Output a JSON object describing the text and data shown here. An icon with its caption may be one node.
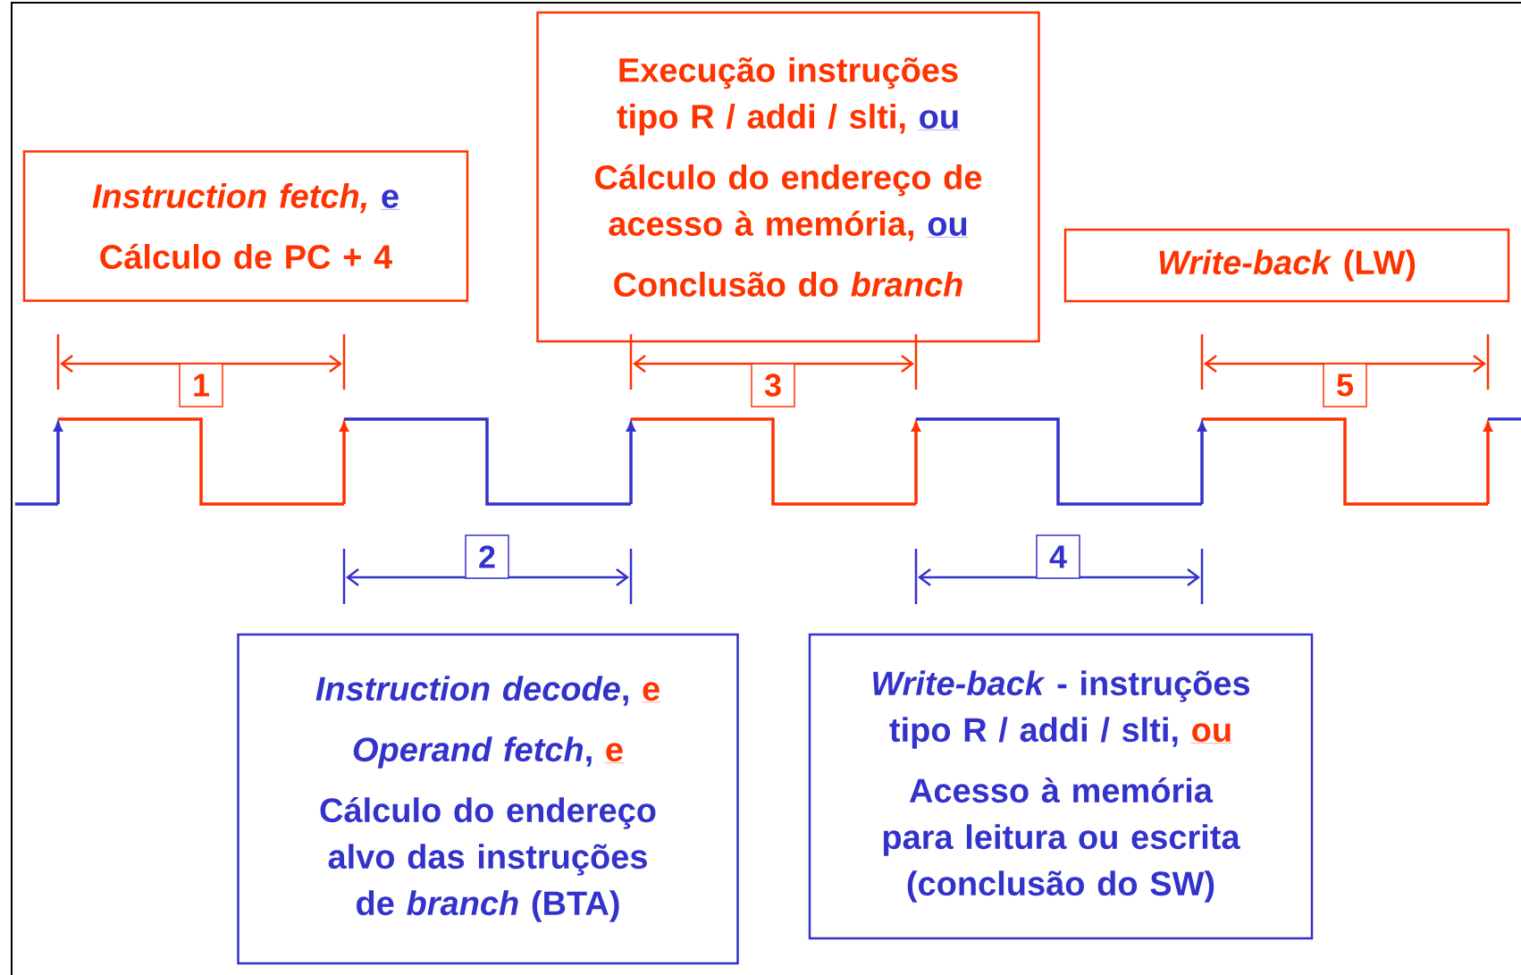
{
  "diagram": {
    "nodes": [
      {
        "text": [
          "Instruction fetch,",
          "e",
          "Cálculo de PC + 4"
        ]
      },
      {
        "text": [
          "Execução instruções tipo R / addi / slti,",
          "ou",
          "Cálculo do endereço de acesso à memória,",
          "ou",
          "Conclusão do *branch*"
        ]
      },
      {
        "text": [
          "*Write-back* (LW)"
        ]
      },
      {
        "text": [
          "*Instruction decode*,",
          "e",
          "*Operand fetch*,",
          "e",
          "Cálculo do endereço alvo das instruções de *branch* (BTA)"
        ]
      },
      {
        "text": [
          "*Write-back* - instruções tipo R / addi / slti,",
          "ou",
          "Acesso à memória para leitura ou escrita (conclusão do SW)"
        ]
      },
      {
        "text": [
          "1"
        ]
      },
      {
        "text": [
          "2"
        ]
      },
      {
        "text": [
          "3"
        ]
      },
      {
        "text": [
          "4"
        ]
      },
      {
        "text": [
          "5"
        ]
      }
    ],
    "edges": []
  }
}
